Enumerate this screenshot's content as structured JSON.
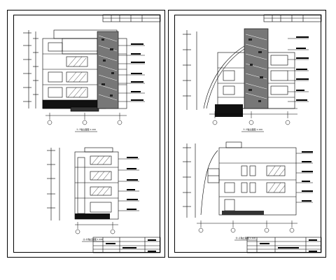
{
  "drawing": {
    "sheets": [
      {
        "id": "left",
        "views": [
          {
            "caption": "①-⑦轴立面图 1:100"
          },
          {
            "caption": "Ⓐ-Ⓓ轴立面图 1:100"
          }
        ]
      },
      {
        "id": "right",
        "views": [
          {
            "caption": "⑦-①轴立面图 1:100"
          },
          {
            "caption": "Ⓓ-Ⓐ轴立面图 1:100"
          }
        ]
      }
    ]
  }
}
